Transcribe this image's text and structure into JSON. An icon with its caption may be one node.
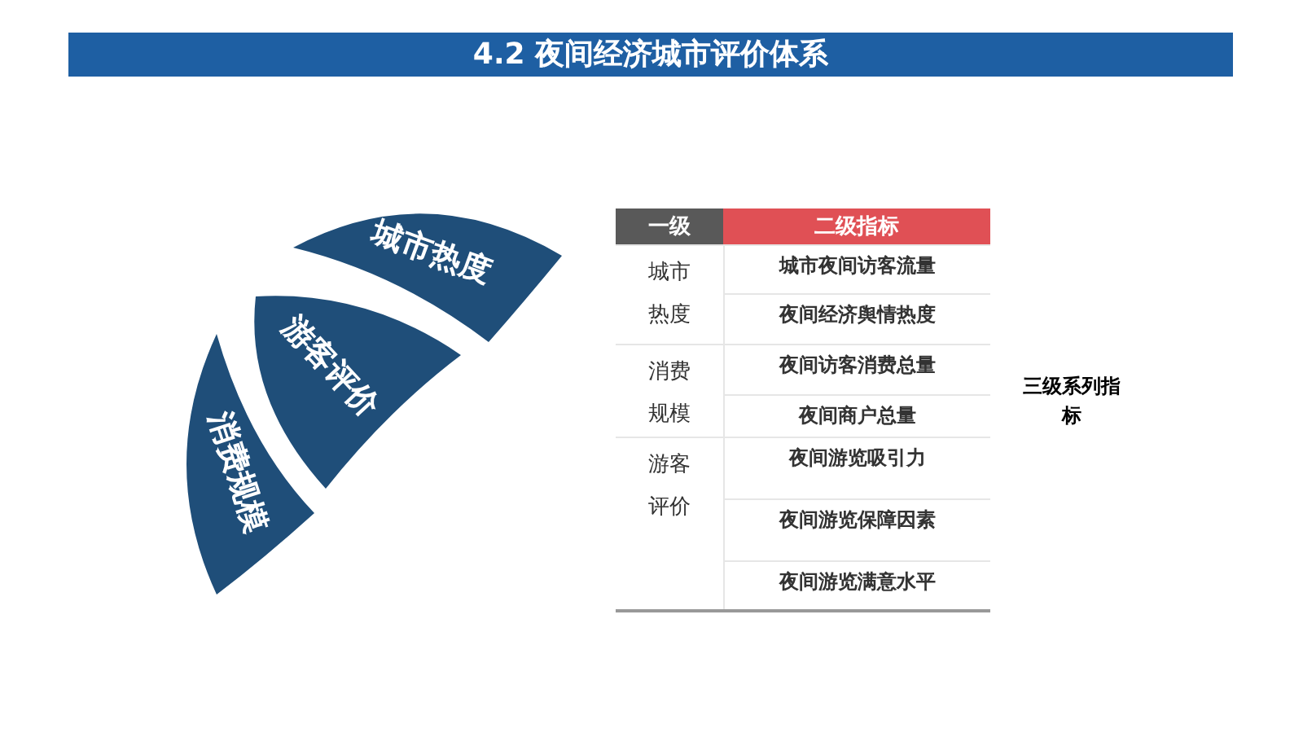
{
  "diagram": {
    "title": "4.2 夜间经济城市评价体系",
    "nodes": [
      {
        "text": [
          "城市热度"
        ]
      },
      {
        "text": [
          "游客评价"
        ]
      },
      {
        "text": [
          "消费规模"
        ]
      }
    ],
    "labels": [
      "一级",
      "二级指标",
      "城市热度",
      "城市夜间访客流量",
      "夜间经济舆情热度",
      "消费规模",
      "夜间访客消费总量",
      "夜间商户总量",
      "游客评价",
      "夜间游览吸引力",
      "夜间游览保障因素",
      "夜间游览满意水平",
      "三级系列指标"
    ]
  }
}
